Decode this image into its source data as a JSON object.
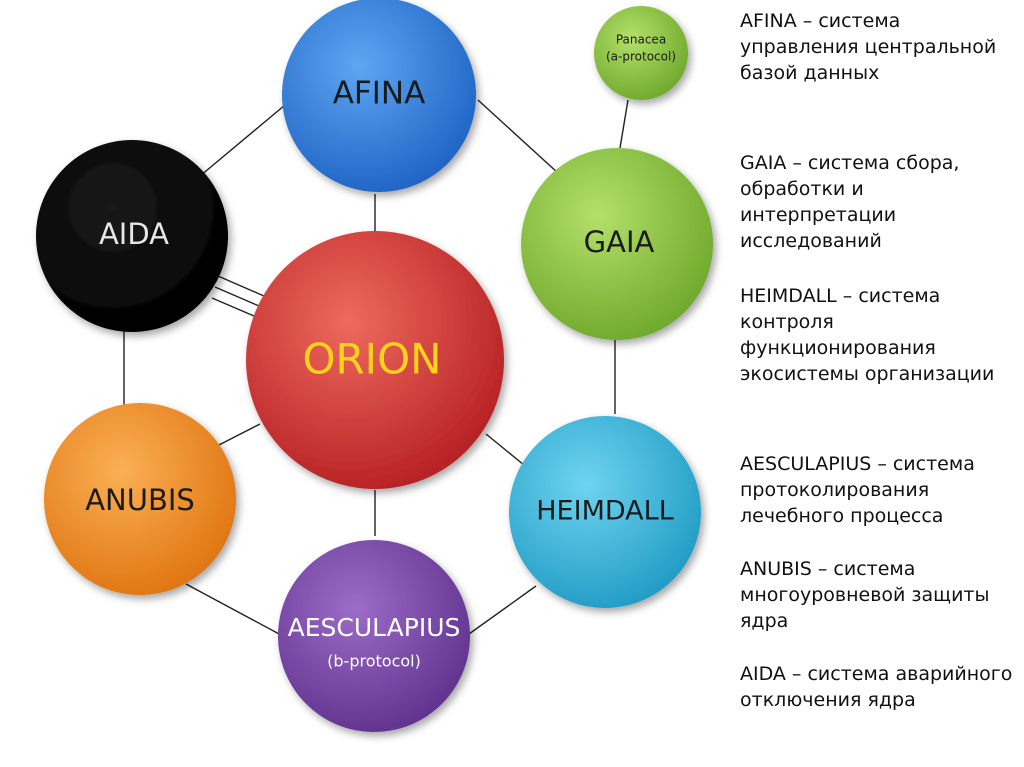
{
  "nodes": {
    "orion": {
      "label": "ORION",
      "color": "#d43030",
      "text_color": "#ffd21c"
    },
    "afina": {
      "label": "AFINA",
      "color": "#2f7fdf",
      "text_color": "#1b1b1b"
    },
    "aida": {
      "label": "AIDA",
      "color": "#000000",
      "text_color": "#e6e6e6"
    },
    "gaia": {
      "label": "GAIA",
      "color": "#8ec63a",
      "text_color": "#1b1b1b"
    },
    "heimdall": {
      "label": "HEIMDALL",
      "color": "#33b8dd",
      "text_color": "#1b1b1b"
    },
    "anubis": {
      "label": "ANUBIS",
      "color": "#f28a1c",
      "text_color": "#1b1b1b"
    },
    "aesculapius": {
      "label": "AESCULAPIUS",
      "sublabel": "(b-protocol)",
      "color": "#7b48a8",
      "text_color": "#ffffff"
    },
    "panacea": {
      "label": "Panacea",
      "sublabel": "(a-protocol)",
      "color": "#8ec63a",
      "text_color": "#1b1b1b"
    }
  },
  "descriptions": [
    "AFINA – система управления центральной базой данных",
    "GAIA – система сбора, обработки и интерпретации исследований",
    "HEIMDALL – система контроля функционирования экосистемы организации",
    "AESCULAPIUS – система протоколирования лечебного процесса",
    "ANUBIS – система многоуровневой защиты ядра",
    "AIDA – система аварийного отключения ядра"
  ]
}
